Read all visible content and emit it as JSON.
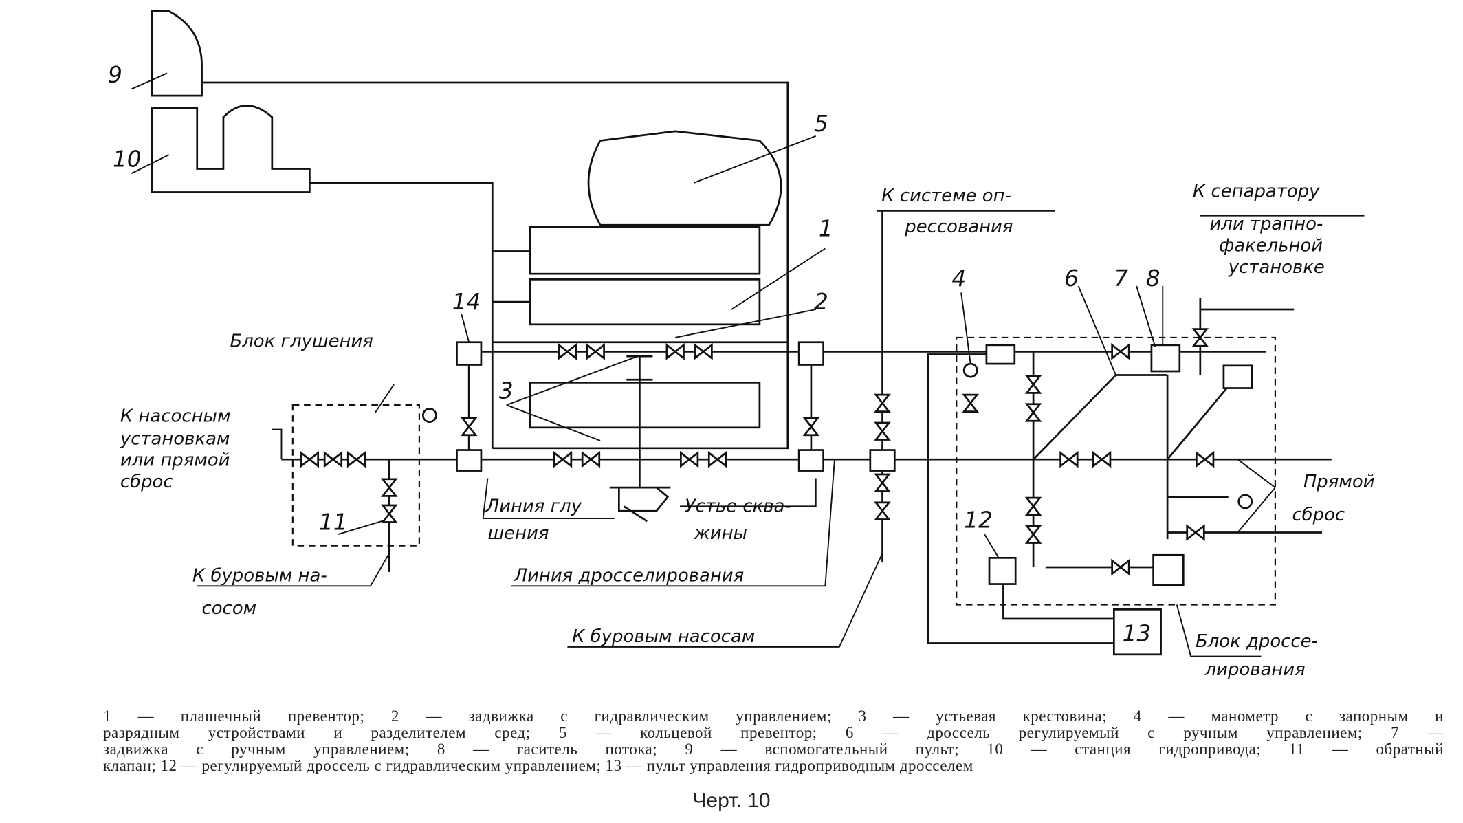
{
  "diagram": {
    "numbers": [
      "1",
      "2",
      "3",
      "4",
      "5",
      "6",
      "7",
      "8",
      "9",
      "10",
      "11",
      "12",
      "13",
      "14"
    ],
    "labels": {
      "kill_block": "Блок глушения",
      "to_pumps_1": "К насосным",
      "to_pumps_2": "установкам",
      "to_pumps_3": "или прямой",
      "to_pumps_4": "сброс",
      "to_drill_pumps_left_1": "К буровым на-",
      "to_drill_pumps_left_2": "сосом",
      "kill_line_1": "Линия глу",
      "kill_line_2": "шения",
      "wellhead_1": "Устье сква-",
      "wellhead_2": "жины",
      "choke_line": "Линия дросселирования",
      "to_drill_pumps": "К буровым насосам",
      "to_test_1": "К системе оп-",
      "to_test_2": "рессования",
      "to_separator_1": "К сепаратору",
      "to_separator_2": "или трапно-",
      "to_separator_3": "факельной",
      "to_separator_4": "установке",
      "direct_discharge_1": "Прямой",
      "direct_discharge_2": "сброс",
      "choke_block_1": "Блок дроссе-",
      "choke_block_2": "лирования"
    }
  },
  "caption": {
    "lines": [
      "1 — плашечный превентор; 2 — задвижка с гидравлическим управлением; 3 — устьевая крестовина; 4 — манометр с запорным и",
      "разрядным устройствами и разделителем сред; 5 — кольцевой превентор; 6 — дроссель регулируемый с ручным управлением; 7 —",
      "задвижка с ручным управлением; 8 — гаситель потока; 9 — вспомогательный пульт; 10 — станция гидропривода; 11 — обратный",
      "клапан; 12 — регулируемый дроссель с гидравлическим управлением; 13 — пульт управления гидроприводным дросселем"
    ],
    "figure_title": "Черт. 10"
  }
}
